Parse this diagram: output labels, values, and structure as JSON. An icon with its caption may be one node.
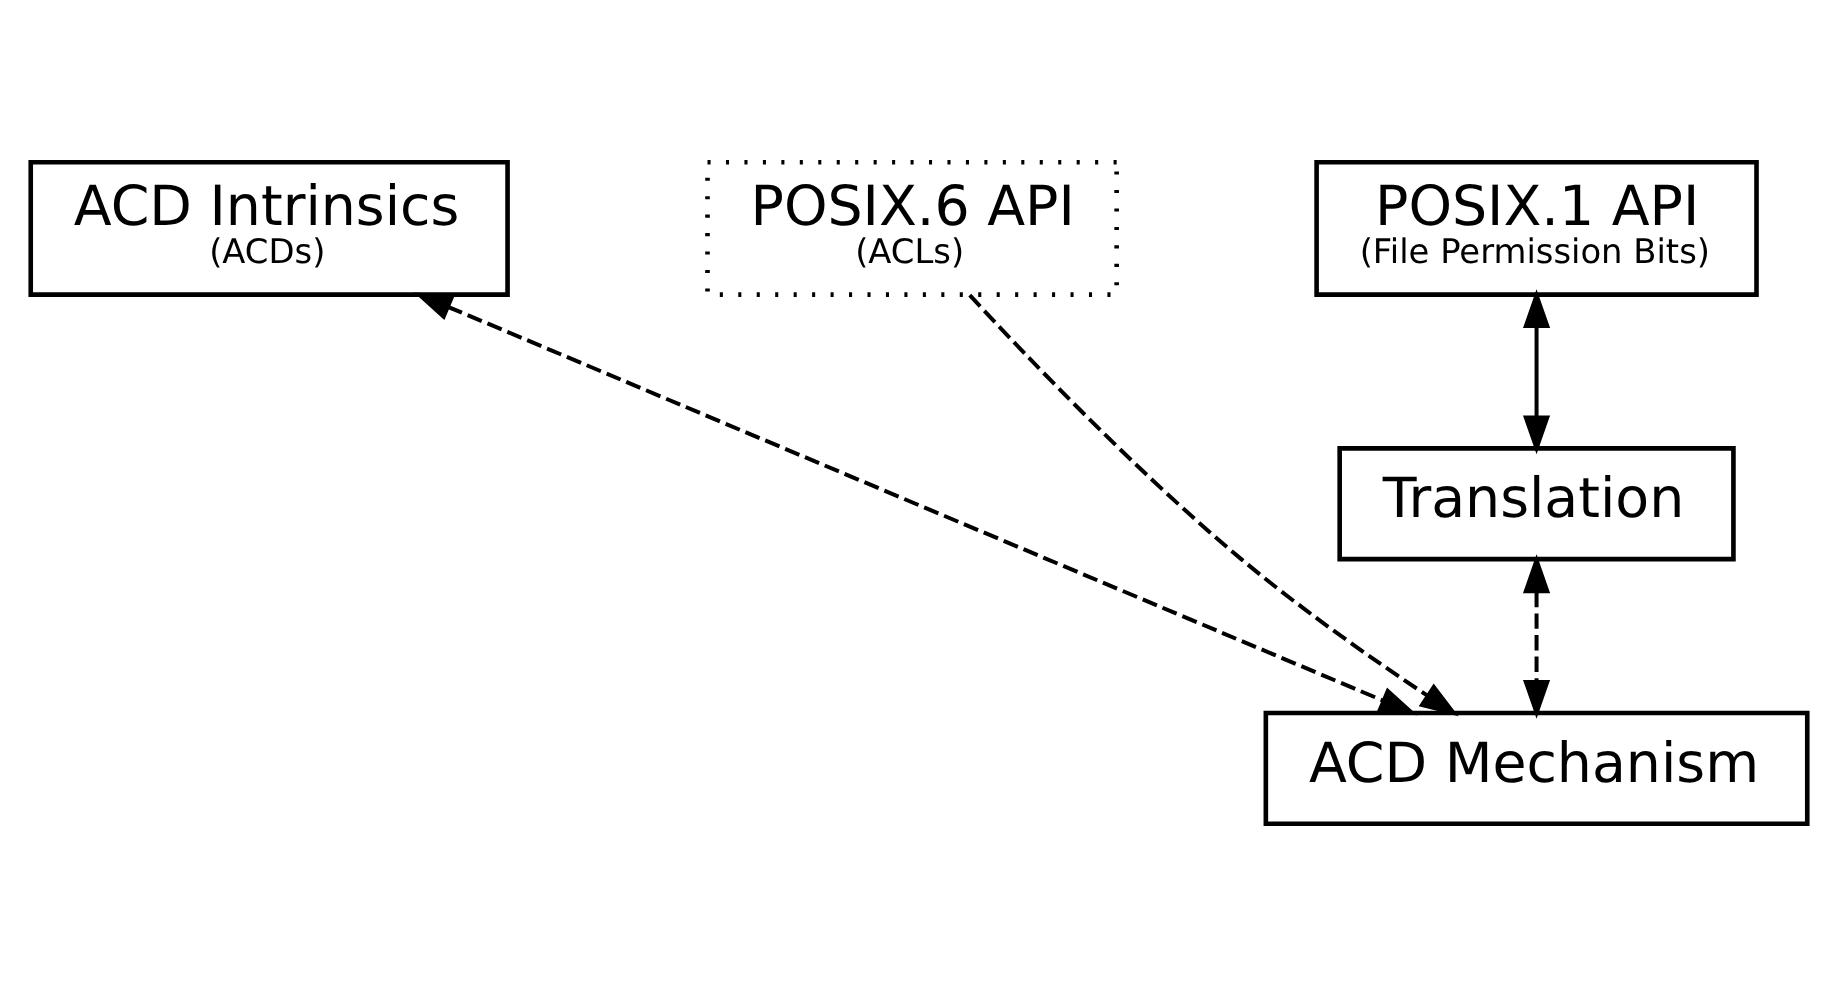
{
  "diagram": {
    "nodes": [
      {
        "text": [
          "ACD Intrinsics",
          "(ACDs)"
        ]
      },
      {
        "text": [
          "POSIX.1 API",
          "(File Permission Bits)"
        ]
      },
      {
        "text": [
          "POSIX.6 API",
          "(ACLs)"
        ]
      },
      {
        "text": [
          "Translation"
        ]
      },
      {
        "text": [
          "ACD Mechanism"
        ]
      }
    ],
    "edges": [
      {
        "from": 0,
        "to": 4,
        "arrow": "both",
        "style": "dashed"
      },
      {
        "from": 1,
        "to": 3,
        "arrow": "both"
      },
      {
        "from": 3,
        "to": 4,
        "arrow": "both",
        "style": "dashed"
      },
      {
        "from": 2,
        "to": 4,
        "arrow": "to",
        "style": "dashed"
      }
    ]
  }
}
